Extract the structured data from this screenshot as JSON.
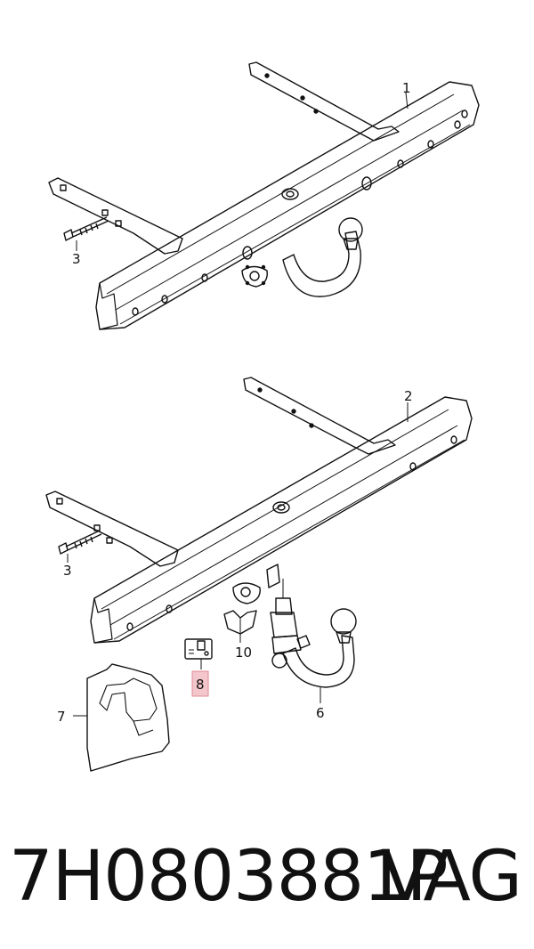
{
  "diagram": {
    "callouts": {
      "c1": "1",
      "c2": "2",
      "c3a": "3",
      "c3b": "3",
      "c6": "6",
      "c7": "7",
      "c8": "8",
      "c10": "10"
    },
    "highlighted_callout": "8",
    "highlight_color": "#f3c6cc",
    "highlight_border": "#e08a96",
    "line_color": "#111111"
  },
  "footer": {
    "part_number": "7H0803881P",
    "brand": "VAG"
  }
}
